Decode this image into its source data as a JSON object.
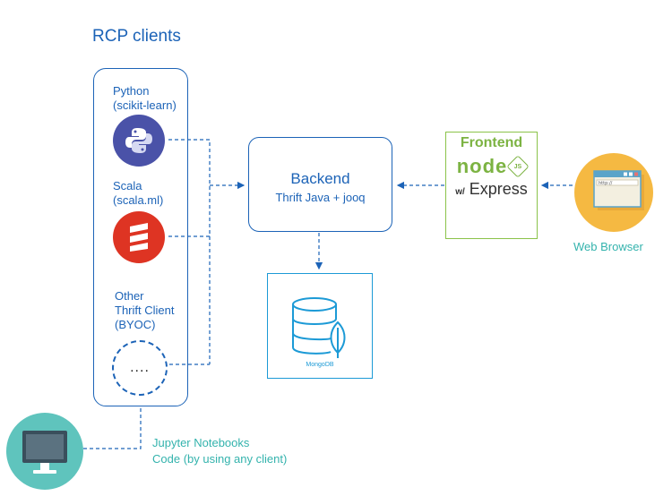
{
  "rcp_clients": {
    "title": "RCP clients",
    "items": [
      {
        "name": "Python",
        "detail": "(scikit-learn)"
      },
      {
        "name": "Scala",
        "detail": "(scala.ml)"
      },
      {
        "name": "Other",
        "detail": "Thrift Client",
        "detail2": "(BYOC)",
        "placeholder": "...."
      }
    ]
  },
  "backend": {
    "title": "Backend",
    "subtitle": "Thrift Java + jooq"
  },
  "database": {
    "label": "MongoDB"
  },
  "frontend": {
    "title": "Frontend",
    "node_text": "node",
    "js_badge": "JS",
    "with": "w/",
    "express": "Express"
  },
  "browser": {
    "label": "Web Browser",
    "url_text": "http://"
  },
  "jupyter": {
    "line1": "Jupyter Notebooks",
    "line2": "Code (by using any client)"
  },
  "colors": {
    "primary_blue": "#1c63b7",
    "teal": "#34b3ad",
    "node_green": "#7cb342",
    "browser_orange": "#f5b942",
    "scala_red": "#de3423",
    "python_purple": "#4a52a8"
  }
}
